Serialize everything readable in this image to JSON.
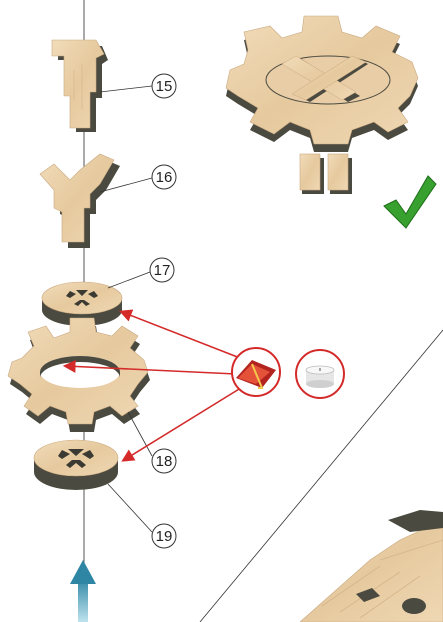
{
  "callouts": [
    {
      "id": "15"
    },
    {
      "id": "16"
    },
    {
      "id": "17"
    },
    {
      "id": "18"
    },
    {
      "id": "19"
    }
  ],
  "icons": {
    "glue": "glue-icon",
    "tealight": "tealight-candle-icon",
    "check": "check-mark-icon",
    "arrow": "assembly-direction-arrow-icon"
  },
  "colors": {
    "wood": "#e9cfa8",
    "wood_grain": "#d8b88c",
    "edge": "#4a4a40",
    "arrow_red": "#d42a2a",
    "check_green": "#37a02e",
    "arrow_blue": "#3c8fa8"
  }
}
